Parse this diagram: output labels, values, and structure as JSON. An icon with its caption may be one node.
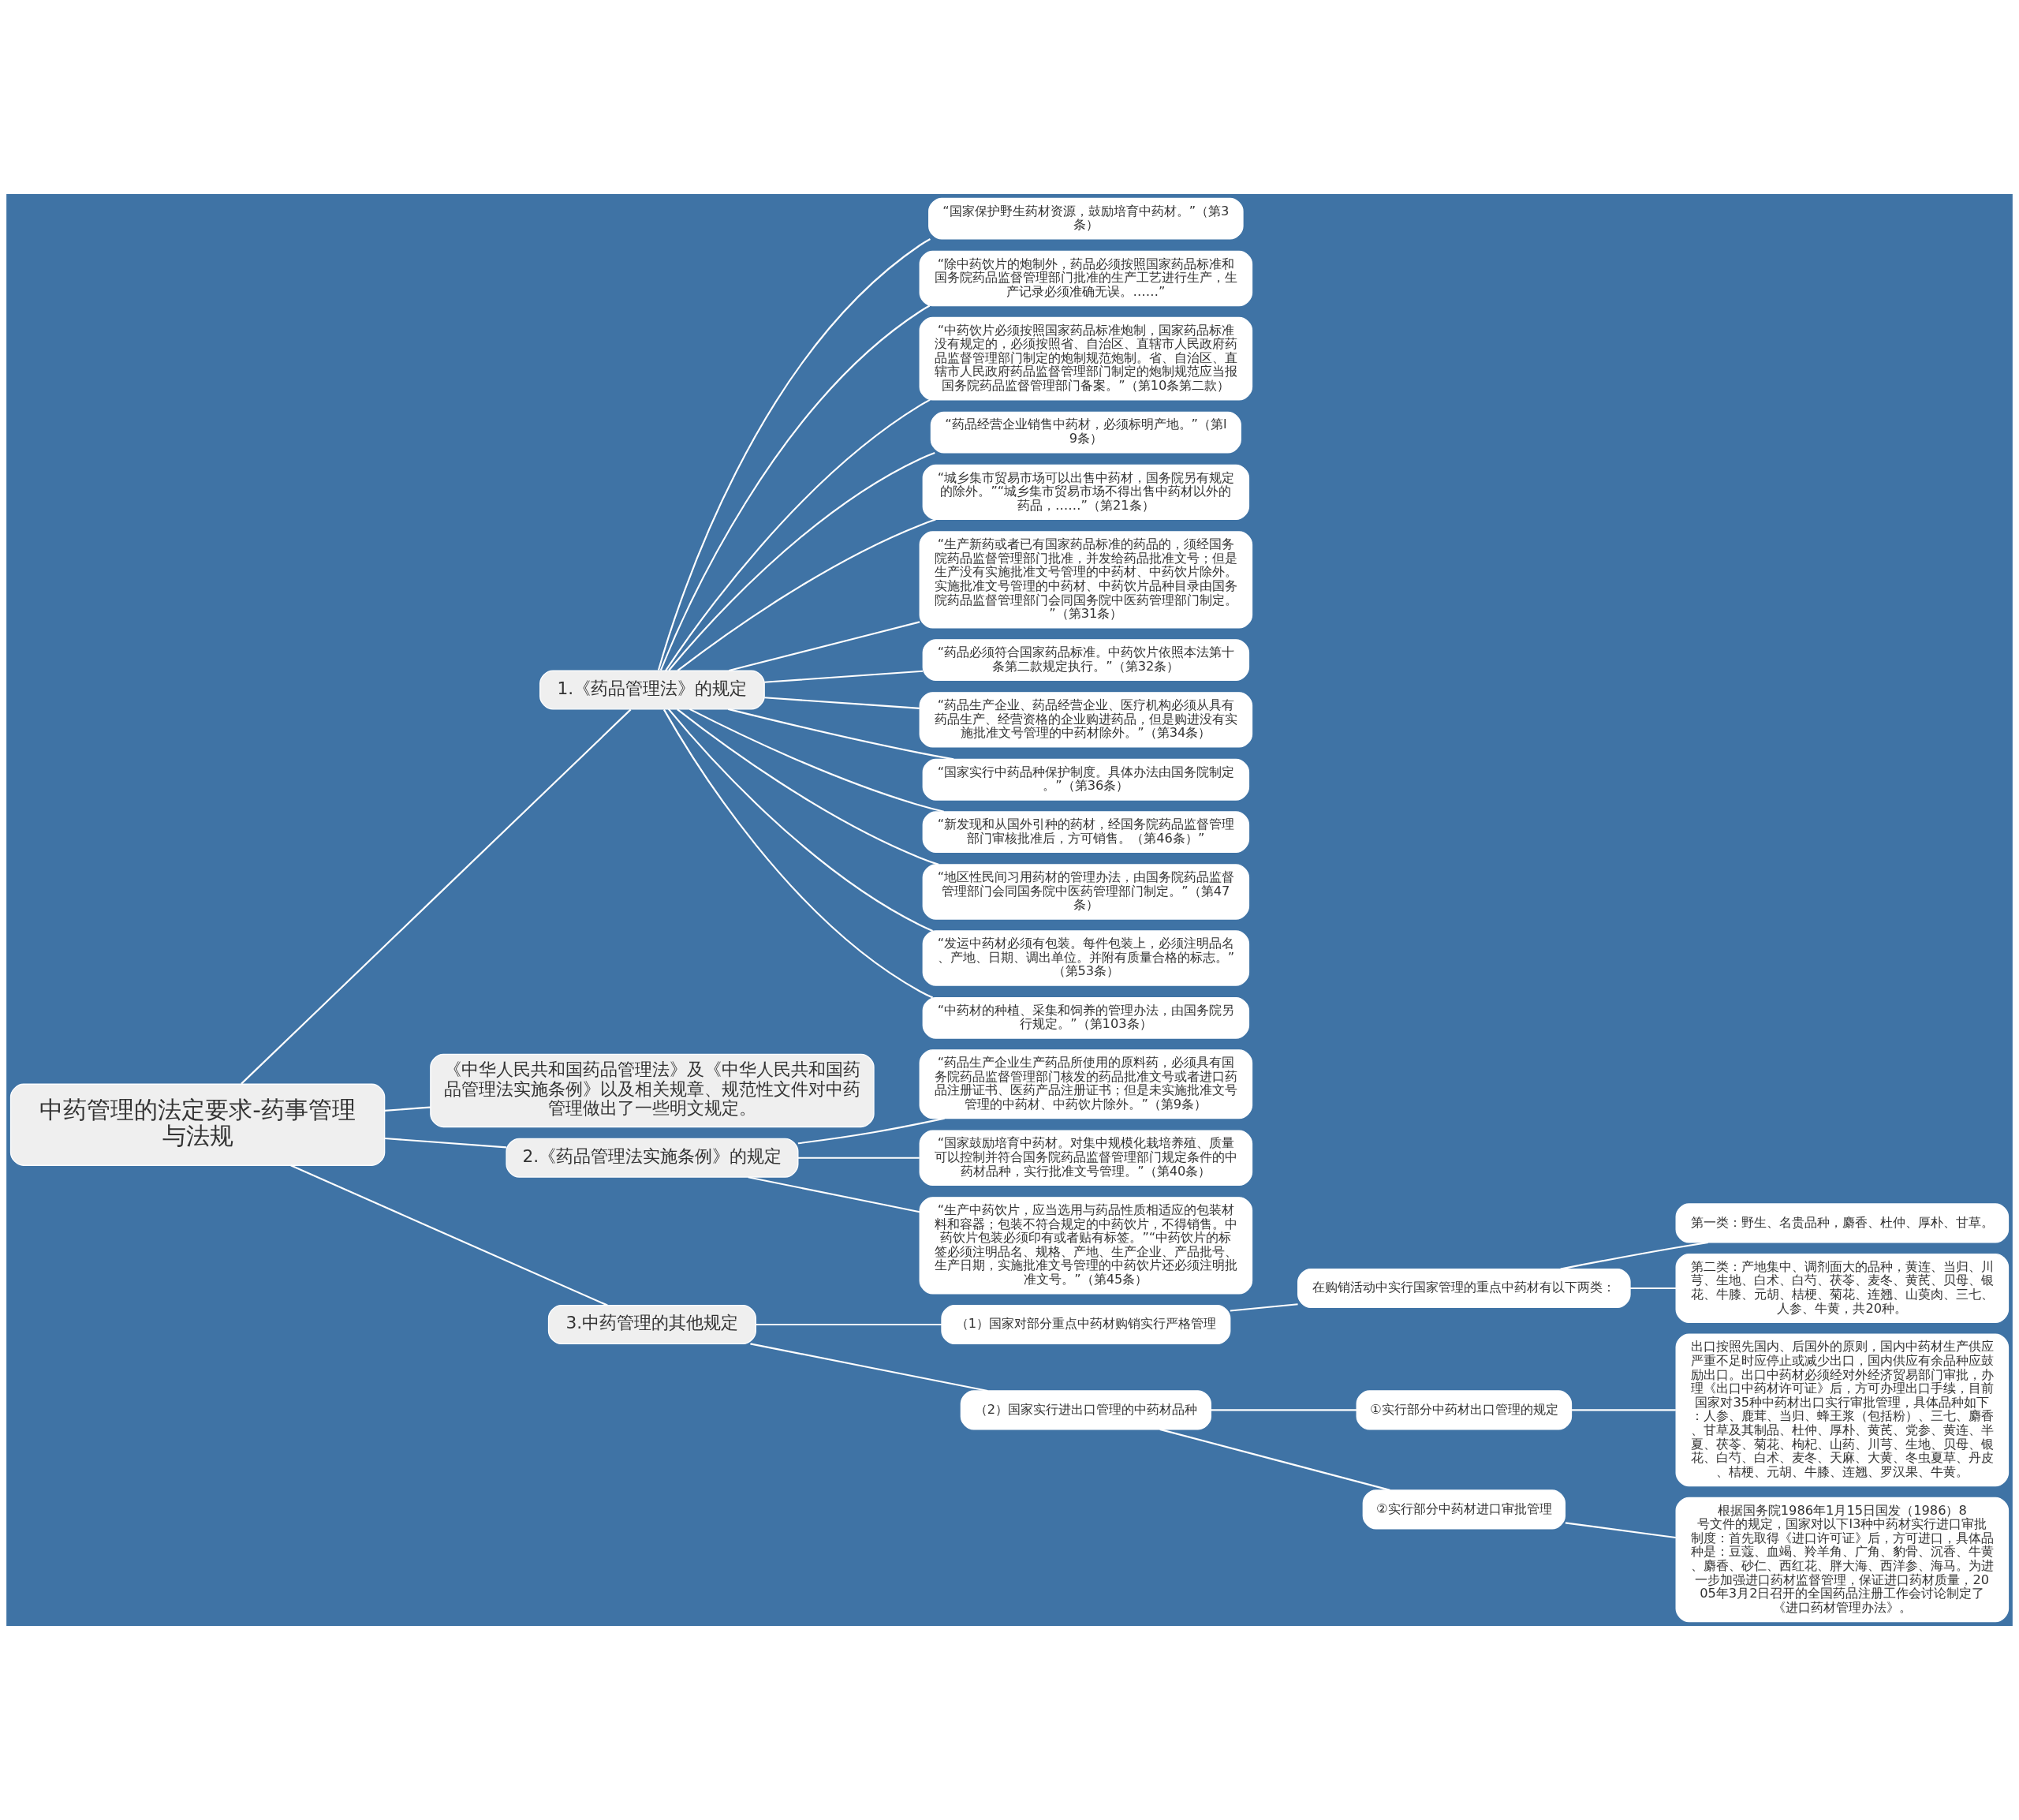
{
  "diagram": {
    "nodes": [
      {
        "text": [
          "中药管理的法定要求-药事管理与法规"
        ]
      },
      {
        "text": [
          "1.《药品管理法》的规定"
        ]
      },
      {
        "text": [
          "“国家保护野生药材资源，鼓励培育中药材。”（第3条）"
        ]
      },
      {
        "text": [
          "“除中药饮片的炮制外，药品必须按照国家药品标准和国务院药品监督管理部门批准的生产工艺进行生产，生产记录必须准确无误。……”"
        ]
      },
      {
        "text": [
          "“中药饮片必须按照国家药品标准炮制，国家药品标准没有规定的，必须按照省、自治区、直辖市人民政府药品监督管理部门制定的炮制规范炮制。省、自治区、直辖市人民政府药品监督管理部门制定的炮制规范应当报国务院药品监督管理部门备案。”（第10条第二款）"
        ]
      },
      {
        "text": [
          "“药品经营企业销售中药材，必须标明产地。”（第l9条）"
        ]
      },
      {
        "text": [
          "“城乡集市贸易市场可以出售中药材，国务院另有规定的除外。”“城乡集市贸易市场不得出售中药材以外的药品，……”（第21条）"
        ]
      },
      {
        "text": [
          "“生产新药或者已有国家药品标准的药品的，须经国务院药品监督管理部门批准，并发给药品批准文号；但是生产没有实施批准文号管理的中药材、中药饮片除外。实施批准文号管理的中药材、中药饮片品种目录由国务院药品监督管理部门会同国务院中医药管理部门制定。”（第31条）"
        ]
      },
      {
        "text": [
          "“药品必须符合国家药品标准。中药饮片依照本法第十条第二款规定执行。”（第32条）"
        ]
      },
      {
        "text": [
          "“药品生产企业、药品经营企业、医疗机构必须从具有药品生产、经营资格的企业购进药品，但是购进没有实施批准文号管理的中药材除外。”（第34条）"
        ]
      },
      {
        "text": [
          "“国家实行中药品种保护制度。具体办法由国务院制定。”（第36条）"
        ]
      },
      {
        "text": [
          "“新发现和从国外引种的药材，经国务院药品监督管理部门审核批准后，方可销售。（第46条）”"
        ]
      },
      {
        "text": [
          "“地区性民间习用药材的管理办法，由国务院药品监督管理部门会同国务院中医药管理部门制定。”（第47条）"
        ]
      },
      {
        "text": [
          "“发运中药材必须有包装。每件包装上，必须注明品名、产地、日期、调出单位。并附有质量合格的标志。”（第53条）"
        ]
      },
      {
        "text": [
          "“中药材的种植、采集和饲养的管理办法，由国务院另行规定。”（第103条）"
        ]
      },
      {
        "text": [
          "《中华人民共和国药品管理法》及《中华人民共和国药品管理法实施条例》以及相关规章、规范性文件对中药管理做出了一些明文规定。"
        ]
      },
      {
        "text": [
          "2.《药品管理法实施条例》的规定"
        ]
      },
      {
        "text": [
          "“药品生产企业生产药品所使用的原料药，必须具有国务院药品监督管理部门核发的药品批准文号或者进口药品注册证书、医药产品注册证书；但是未实施批准文号管理的中药材、中药饮片除外。”（第9条）"
        ]
      },
      {
        "text": [
          "“国家鼓励培育中药材。对集中规模化栽培养殖、质量可以控制并符合国务院药品监督管理部门规定条件的中药材品种，实行批准文号管理。”（第40条）"
        ]
      },
      {
        "text": [
          "“生产中药饮片，应当选用与药品性质相适应的包装材料和容器；包装不符合规定的中药饮片，不得销售。中药饮片包装必须印有或者贴有标签。”“中药饮片的标签必须注明品名、规格、产地、生产企业、产品批号、生产日期，实施批准文号管理的中药饮片还必须注明批准文号。”（第45条）"
        ]
      },
      {
        "text": [
          "3.中药管理的其他规定"
        ]
      },
      {
        "text": [
          "（1）国家对部分重点中药材购销实行严格管理"
        ]
      },
      {
        "text": [
          "在购销活动中实行国家管理的重点中药材有以下两类："
        ]
      },
      {
        "text": [
          "第一类：野生、名贵品种，麝香、杜仲、厚朴、甘草。"
        ]
      },
      {
        "text": [
          "第二类：产地集中、调剂面大的品种，黄连、当归、川芎、生地、白术、白芍、茯苓、麦冬、黄芪、贝母、银花、牛膝、元胡、桔梗、菊花、连翘、山萸肉、三七、人参、牛黄，共20种。"
        ]
      },
      {
        "text": [
          "（2）国家实行进出口管理的中药材品种"
        ]
      },
      {
        "text": [
          "①实行部分中药材出口管理的规定"
        ]
      },
      {
        "text": [
          "出口按照先国内、后国外的原则，国内中药材生产供应严重不足时应停止或减少出口，国内供应有余品种应鼓励出口。出口中药材必须经对外经济贸易部门审批，办理《出口中药材许可证》后，方可办理出口手续，目前国家对35种中药材出口实行审批管理，具体品种如下：人参、鹿茸、当归、蜂王浆（包括粉）、三七、麝香、甘草及其制品、杜仲、厚朴、黄芪、党参、黄连、半夏、茯苓、菊花、枸杞、山药、川芎、生地、贝母、银花、白芍、白术、麦冬、天麻、大黄、冬虫夏草、丹皮、桔梗、元胡、牛膝、连翘、罗汉果、牛黄。"
        ]
      },
      {
        "text": [
          "②实行部分中药材进口审批管理"
        ]
      },
      {
        "text": [
          "根据国务院1986年1月15日国发（1986）8号文件的规定，国家对以下l3种中药材实行进口审批制度：首先取得《进口许可证》后，方可进口，具体品种是：豆蔻、血竭、羚羊角、广角、豹骨、沉香、牛黄、麝香、砂仁、西红花、胖大海、西洋参、海马。为进一步加强进口药材监督管理，保证进口药材质量，2005年3月2日召开的全国药品注册工作会讨论制定了《进口药材管理办法》。"
        ]
      }
    ],
    "edges": [
      {
        "from": 0,
        "to": 1,
        "arrow": "none"
      },
      {
        "from": 1,
        "to": 2,
        "arrow": "none"
      },
      {
        "from": 1,
        "to": 3,
        "arrow": "none"
      },
      {
        "from": 1,
        "to": 4,
        "arrow": "none"
      },
      {
        "from": 1,
        "to": 5,
        "arrow": "none"
      },
      {
        "from": 1,
        "to": 6,
        "arrow": "none"
      },
      {
        "from": 1,
        "to": 7,
        "arrow": "none"
      },
      {
        "from": 1,
        "to": 8,
        "arrow": "none"
      },
      {
        "from": 1,
        "to": 9,
        "arrow": "none"
      },
      {
        "from": 1,
        "to": 10,
        "arrow": "none"
      },
      {
        "from": 1,
        "to": 11,
        "arrow": "none"
      },
      {
        "from": 1,
        "to": 12,
        "arrow": "none"
      },
      {
        "from": 1,
        "to": 13,
        "arrow": "none"
      },
      {
        "from": 1,
        "to": 14,
        "arrow": "none"
      },
      {
        "from": 0,
        "to": 15,
        "arrow": "none"
      },
      {
        "from": 0,
        "to": 16,
        "arrow": "none"
      },
      {
        "from": 16,
        "to": 17,
        "arrow": "none"
      },
      {
        "from": 16,
        "to": 18,
        "arrow": "none"
      },
      {
        "from": 16,
        "to": 19,
        "arrow": "none"
      },
      {
        "from": 0,
        "to": 20,
        "arrow": "none"
      },
      {
        "from": 20,
        "to": 21,
        "arrow": "none"
      },
      {
        "from": 21,
        "to": 22,
        "arrow": "none"
      },
      {
        "from": 22,
        "to": 23,
        "arrow": "none"
      },
      {
        "from": 22,
        "to": 24,
        "arrow": "none"
      },
      {
        "from": 20,
        "to": 25,
        "arrow": "none"
      },
      {
        "from": 25,
        "to": 26,
        "arrow": "none"
      },
      {
        "from": 26,
        "to": 27,
        "arrow": "none"
      },
      {
        "from": 25,
        "to": 28,
        "arrow": "none"
      },
      {
        "from": 28,
        "to": 29,
        "arrow": "none"
      }
    ]
  }
}
